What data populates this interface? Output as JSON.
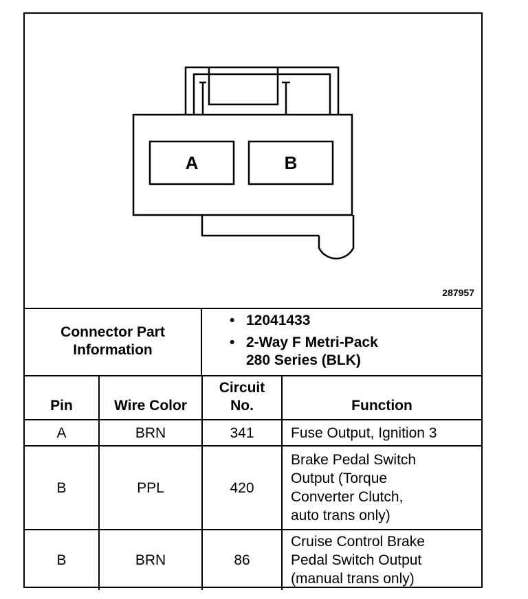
{
  "diagram": {
    "pin_labels": [
      "A",
      "B"
    ],
    "figure_number": "287957"
  },
  "part_info": {
    "label_line1": "Connector Part",
    "label_line2": "Information",
    "items": [
      "12041433",
      "2-Way F Metri-Pack\n280 Series (BLK)"
    ],
    "bullet": "•"
  },
  "table": {
    "headers": {
      "pin": "Pin",
      "wire_color": "Wire Color",
      "circuit": "Circuit\nNo.",
      "function": "Function"
    },
    "rows": [
      {
        "pin": "A",
        "wire_color": "BRN",
        "circuit": "341",
        "function": "Fuse Output, Ignition 3"
      },
      {
        "pin": "B",
        "wire_color": "PPL",
        "circuit": "420",
        "function": "Brake Pedal Switch\nOutput (Torque\nConverter Clutch,\nauto trans only)"
      },
      {
        "pin": "B",
        "wire_color": "BRN",
        "circuit": "86",
        "function": "Cruise Control Brake\nPedal Switch Output\n(manual trans only)"
      }
    ]
  }
}
